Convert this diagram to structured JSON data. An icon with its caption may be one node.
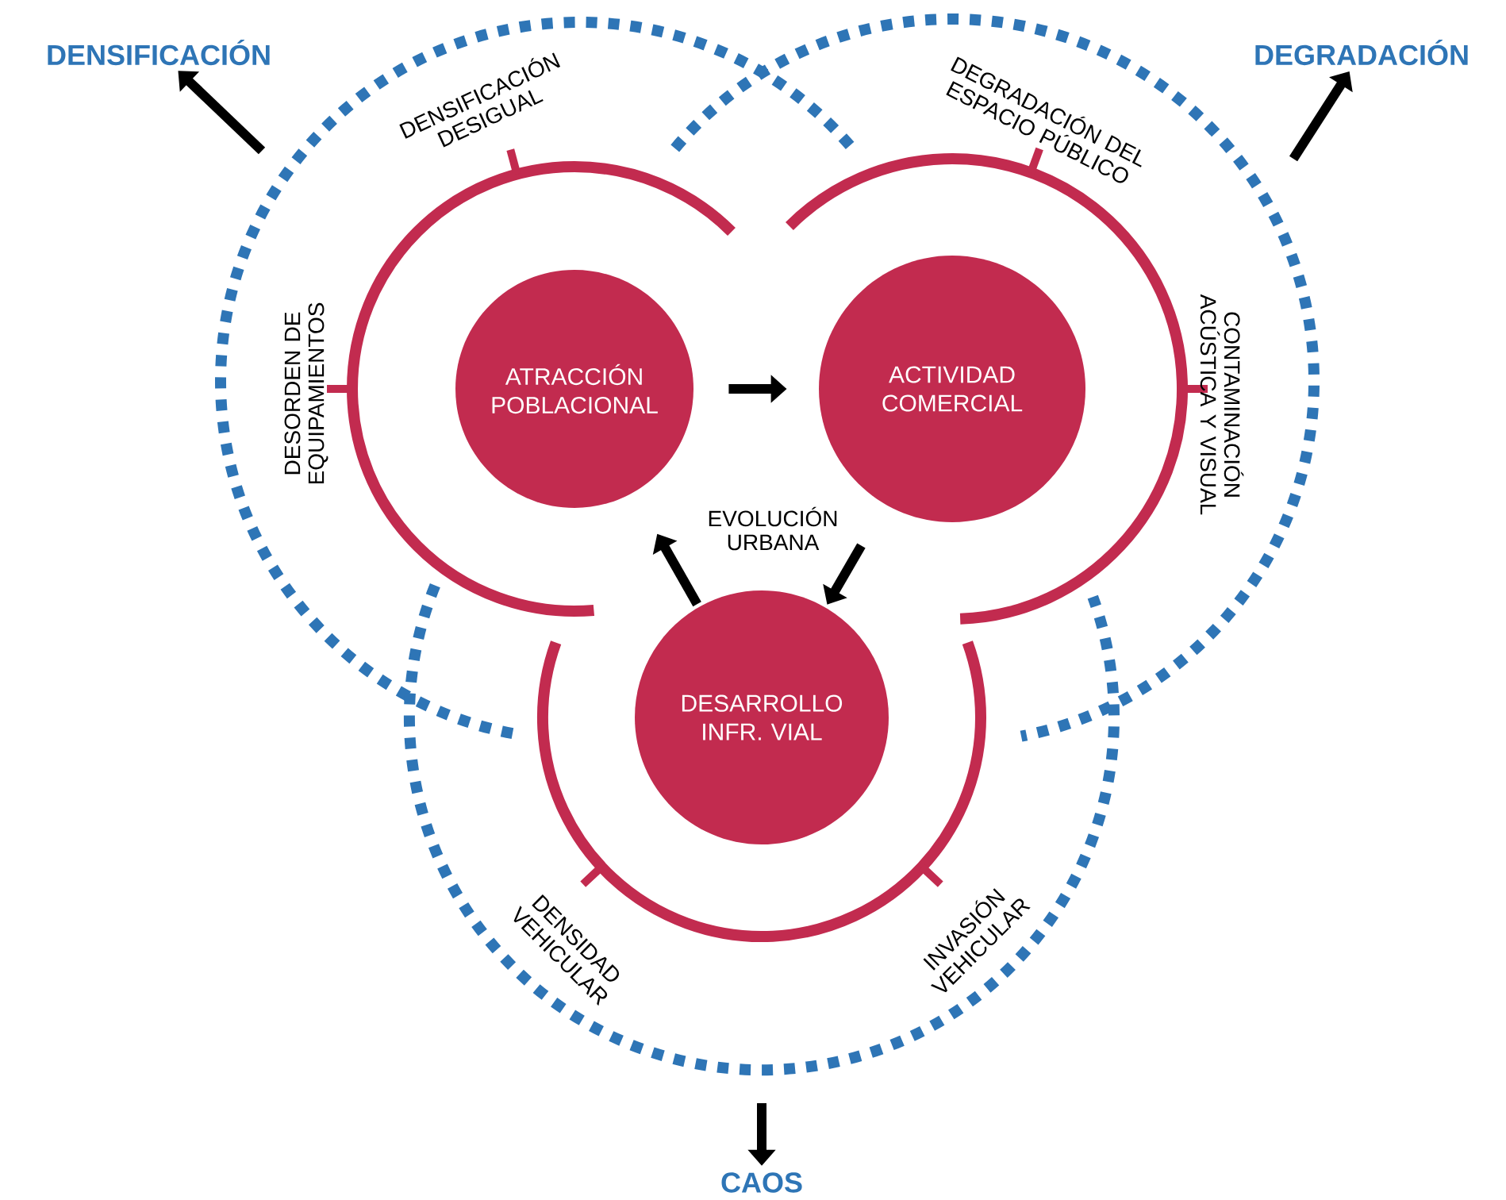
{
  "diagram": {
    "nodes": [
      {
        "text": [
          "ATRACCIÓN POBLACIONAL"
        ]
      },
      {
        "text": [
          "ACTIVIDAD COMERCIAL"
        ]
      },
      {
        "text": [
          "DESARROLLO INFR. VIAL"
        ]
      },
      {
        "text": [
          "DENSIFICACIÓN"
        ]
      },
      {
        "text": [
          "DEGRADACIÓN"
        ]
      },
      {
        "text": [
          "CAOS"
        ]
      }
    ],
    "edges": [
      {
        "from": 0,
        "to": 1,
        "arrow": "to"
      },
      {
        "from": 1,
        "to": 2,
        "arrow": "to"
      },
      {
        "from": 2,
        "to": 0,
        "arrow": "to"
      },
      {
        "from": null,
        "to": 3,
        "arrow": "to"
      },
      {
        "from": null,
        "to": 4,
        "arrow": "to"
      },
      {
        "from": null,
        "to": 5,
        "arrow": "to"
      }
    ],
    "labels": [
      "DENSIFICACIÓN DESIGUAL",
      "DEGRADACIÓN DEL ESPACIO PÚBLICO",
      "DESORDEN DE EQUIPAMIENTOS",
      "EVOLUCIÓN URBANA",
      "CONTAMINACIÓN ACÚSTICA Y VISUAL",
      "DENSIDAD VEHICULAR",
      "INVASIÓN VEHICULAR"
    ]
  }
}
